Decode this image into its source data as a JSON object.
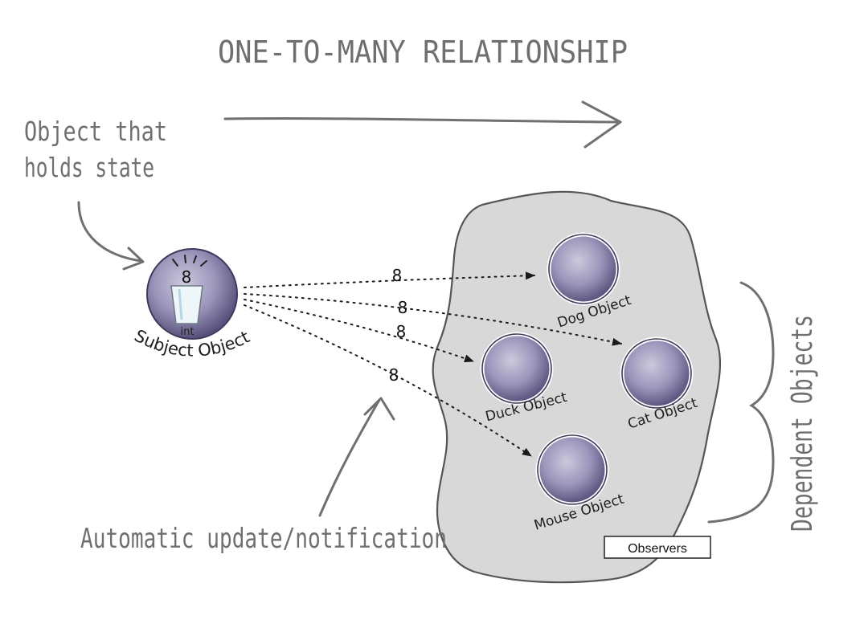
{
  "title": "ONE-TO-MANY RELATIONSHIP",
  "subject_note": [
    "Object that",
    "holds state"
  ],
  "subject": {
    "label": "Subject Object",
    "state_value": "8",
    "state_type": "int"
  },
  "observers": [
    {
      "label": "Dog Object"
    },
    {
      "label": "Duck Object"
    },
    {
      "label": "Cat Object"
    },
    {
      "label": "Mouse Object"
    }
  ],
  "messages": [
    "8",
    "8",
    "8",
    "8"
  ],
  "dependent_label": "Dependent Objects",
  "update_label": "Automatic update/notification",
  "observers_tag": "Observers",
  "colors": {
    "blob_fill": "#d8d8d8",
    "sphere": "#8d87b0",
    "sketch": "#707070"
  }
}
